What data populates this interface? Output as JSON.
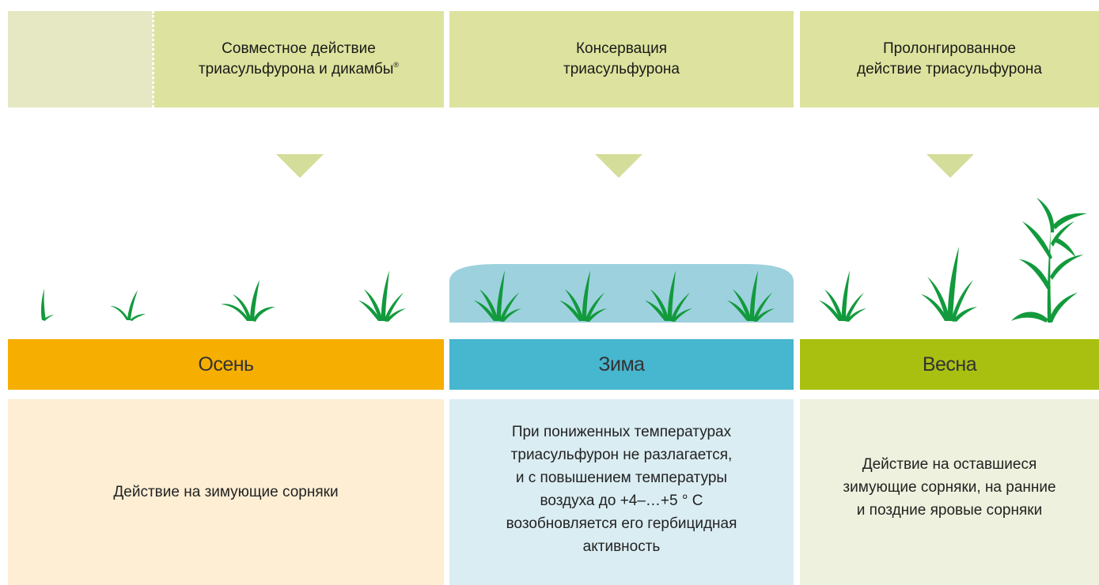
{
  "colors": {
    "top_box": "#dde39e",
    "arrow": "#d5dd9a",
    "autumn": "#f6ae00",
    "winter": "#47b6cf",
    "spring": "#a9c011",
    "autumn_bg": "#fdeed4",
    "winter_bg": "#daedf3",
    "spring_bg": "#eef1dd",
    "snow": "#9dd1de",
    "plant": "#129a3c"
  },
  "stages": [
    {
      "header_line1": "Совместное действие",
      "header_line2": "триасульфурона и дикамбы",
      "header_sup": "®",
      "season": "Осень",
      "description": "Действие на зимующие сорняки"
    },
    {
      "header_line1": "Консервация",
      "header_line2": "триасульфурона",
      "season": "Зима",
      "description": "При пониженных температурах\nтриасульфурон не разлагается,\nи с повышением температуры\nвоздуха  до +4–…+5 ° С\nвозобновляется его гербицидная\nактивность"
    },
    {
      "header_line1": "Пролонгированное",
      "header_line2": "действие триасульфурона",
      "season": "Весна",
      "description": "Действие на оставшиеся\nзимующие сорняки, на ранние\nи поздние яровые сорняки"
    }
  ],
  "icons": [
    "down-arrow-icon",
    "weed-sprout-icon",
    "weed-plant-icon",
    "tall-weed-icon",
    "snow-cover-icon"
  ]
}
